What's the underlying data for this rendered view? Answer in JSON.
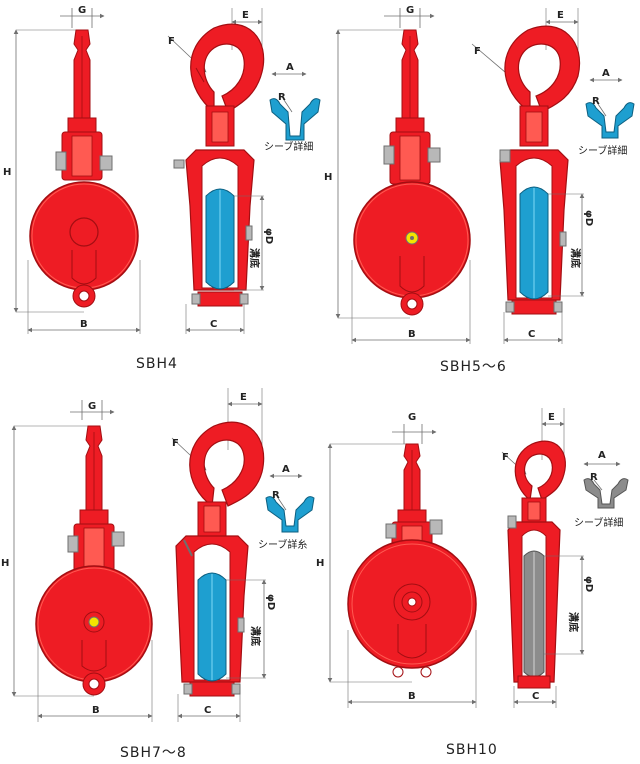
{
  "colors": {
    "body_red": "#ee1c24",
    "dark_red": "#a30e12",
    "hilite_red": "#ff5a52",
    "sheave_blue": "#1e9fd0",
    "sheave_gray": "#8c8c8c",
    "steel_gray": "#b8b8b8",
    "dim_line": "#6f6f6f",
    "hub_yellow": "#f4e400"
  },
  "labels": {
    "G": "G",
    "E": "E",
    "F": "F",
    "H": "H",
    "B": "B",
    "C": "C",
    "A": "A",
    "R": "R",
    "D": "φD",
    "groove": "溝底",
    "sheave_detail": "シーブ詳細",
    "sheave_detail_cut": "シーブ詳糸"
  },
  "models": [
    {
      "name": "SBH4",
      "sheave_color": "blue"
    },
    {
      "name": "SBH5～6",
      "sheave_color": "blue"
    },
    {
      "name": "SBH7～8",
      "sheave_color": "blue"
    },
    {
      "name": "SBH10",
      "sheave_color": "gray"
    }
  ]
}
